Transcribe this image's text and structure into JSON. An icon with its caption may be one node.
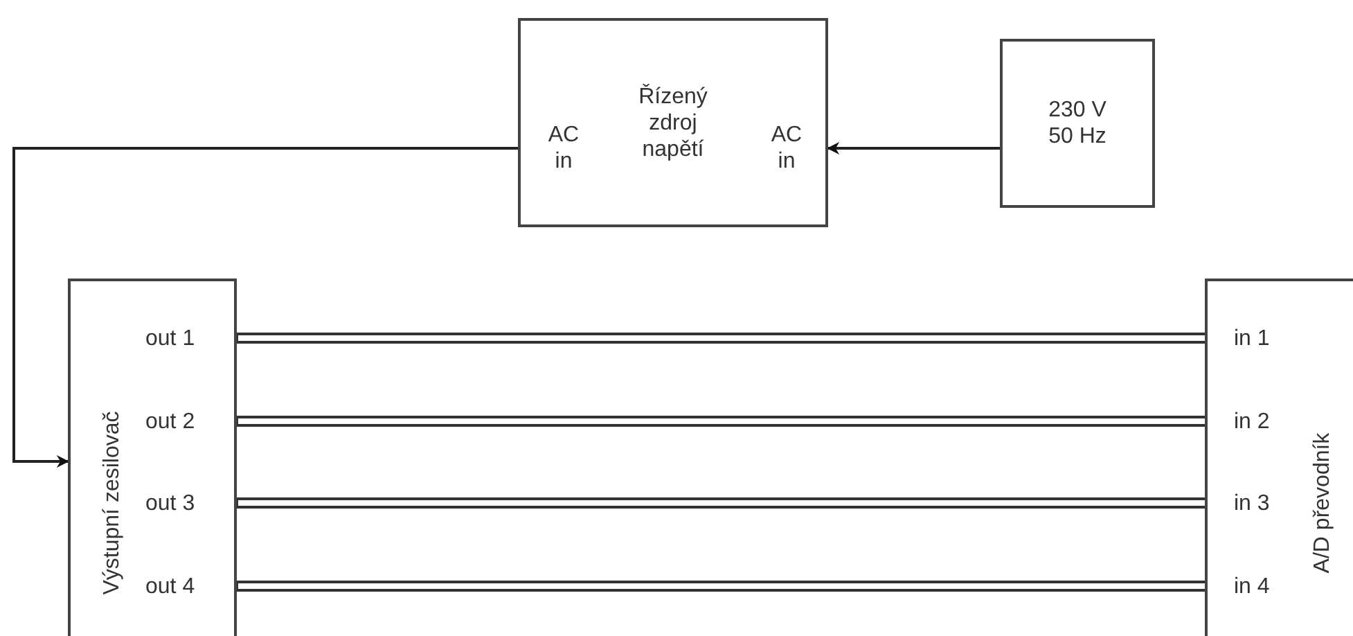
{
  "diagram": {
    "nodes": [
      {
        "text": [
          "Řízený zdroj napětí"
        ]
      },
      {
        "text": [
          "AC in"
        ],
        "in": 0
      },
      {
        "text": [
          "AC in"
        ],
        "in": 0
      },
      {
        "text": [
          "230 V 50 Hz"
        ]
      },
      {
        "text": [
          "Výstupní zesilovač"
        ]
      },
      {
        "text": [
          "out 1"
        ],
        "in": 4
      },
      {
        "text": [
          "out 2"
        ],
        "in": 4
      },
      {
        "text": [
          "out 3"
        ],
        "in": 4
      },
      {
        "text": [
          "out 4"
        ],
        "in": 4
      },
      {
        "text": [
          "A/D převodník"
        ]
      },
      {
        "text": [
          "in 1"
        ],
        "in": 9
      },
      {
        "text": [
          "in 2"
        ],
        "in": 9
      },
      {
        "text": [
          "in 3"
        ],
        "in": 9
      },
      {
        "text": [
          "in 4"
        ],
        "in": 9
      }
    ],
    "edges": [
      {
        "from": 3,
        "to": 2,
        "arrow": "to"
      },
      {
        "from": 1,
        "to": 4,
        "arrow": "to"
      },
      {
        "from": 5,
        "to": 10,
        "arrow": "none",
        "style": "thick"
      },
      {
        "from": 6,
        "to": 11,
        "arrow": "none",
        "style": "thick"
      },
      {
        "from": 7,
        "to": 12,
        "arrow": "none",
        "style": "thick"
      },
      {
        "from": 8,
        "to": 13,
        "arrow": "none",
        "style": "thick"
      }
    ]
  }
}
